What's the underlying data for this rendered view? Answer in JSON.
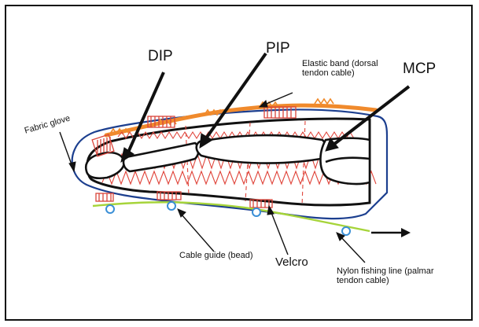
{
  "labels": {
    "dip": "DIP",
    "pip": "PIP",
    "mcp": "MCP",
    "elastic_band": "Elastic band (dorsal tendon cable)",
    "fabric_glove": "Fabric glove",
    "cable_guide": "Cable guide (bead)",
    "velcro": "Velcro",
    "nylon_line": "Nylon fishing line (palmar tendon cable)"
  },
  "colors": {
    "outline": "#111111",
    "muscle_hatch": "#e0463c",
    "elastic_band": "#f08a2c",
    "glove": "#1c3f8f",
    "nylon_line": "#a6d43a",
    "bead": "#3a8fd6",
    "velcro": "#d9443a"
  }
}
